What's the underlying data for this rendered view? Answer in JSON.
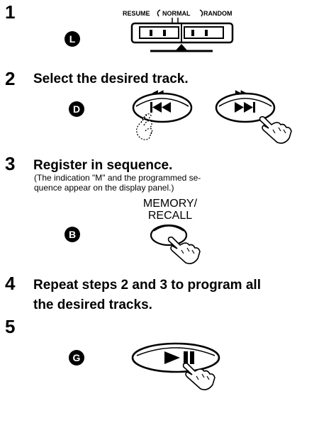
{
  "steps": [
    {
      "number": "1",
      "marker": "L"
    },
    {
      "number": "2",
      "marker": "D",
      "title": "Select the desired track."
    },
    {
      "number": "3",
      "marker": "B",
      "title": "Register in sequence.",
      "note": "(The indication \"M\" and the programmed se- quence appear on the display panel.)",
      "note_line1": "(The indication \"M\" and the programmed se-",
      "note_line2": "quence appear on the display panel.)"
    },
    {
      "number": "4",
      "title_line1": "Repeat steps 2 and 3 to program all",
      "title_line2": "the desired tracks."
    },
    {
      "number": "5",
      "marker": "G"
    }
  ],
  "mode_switch": {
    "left_label": "RESUME",
    "center_label": "NORMAL",
    "right_label": "RANDOM"
  },
  "skip_buttons": {
    "back_indicator": "◀◀",
    "forward_indicator": "▶▶"
  },
  "memory_button": {
    "label_line1": "MEMORY/",
    "label_line2": "RECALL"
  },
  "icons": [
    "mode-switch-icon",
    "skip-back-button-icon",
    "skip-forward-button-icon",
    "memory-recall-button-icon",
    "play-pause-button-icon",
    "finger-press-icon"
  ]
}
